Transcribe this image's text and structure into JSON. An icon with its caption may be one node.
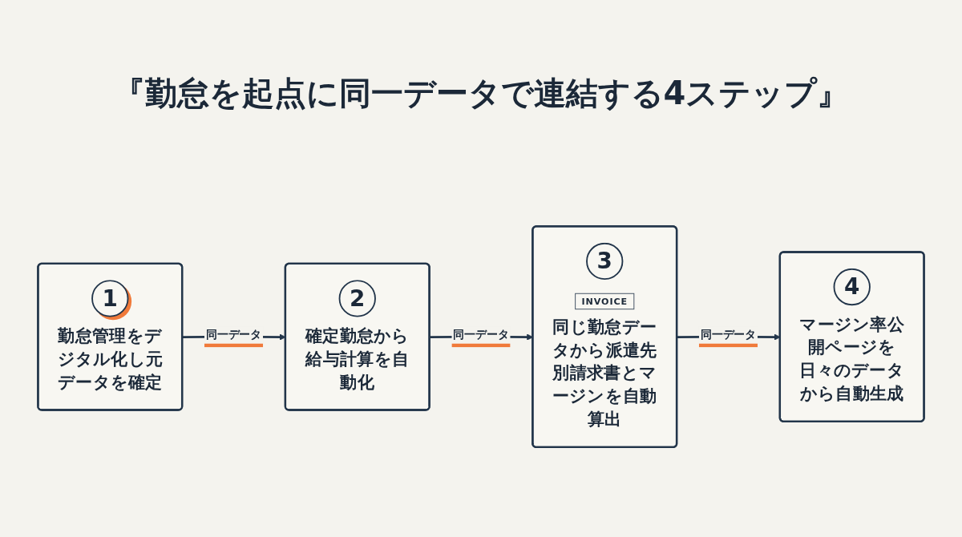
{
  "diagram": {
    "title": "『勤怠を起点に同一データで連結する4ステップ』",
    "nodes": [
      {
        "text": [
          "1",
          "勤怠管理をデジタル化し元データを確定"
        ]
      },
      {
        "text": [
          "2",
          "確定勤怠から給与計算を自動化"
        ]
      },
      {
        "text": [
          "3",
          "INVOICE",
          "同じ勤怠データから派遣先別請求書とマージンを自動算出"
        ]
      },
      {
        "text": [
          "4",
          "マージン率公開ページを日々のデータから自動生成"
        ]
      }
    ],
    "edges": [
      {
        "from": 0,
        "to": 1,
        "arrow": "to",
        "label": "同一データ"
      },
      {
        "from": 1,
        "to": 2,
        "arrow": "to",
        "label": "同一データ"
      },
      {
        "from": 2,
        "to": 3,
        "arrow": "to",
        "label": "同一データ"
      }
    ]
  }
}
